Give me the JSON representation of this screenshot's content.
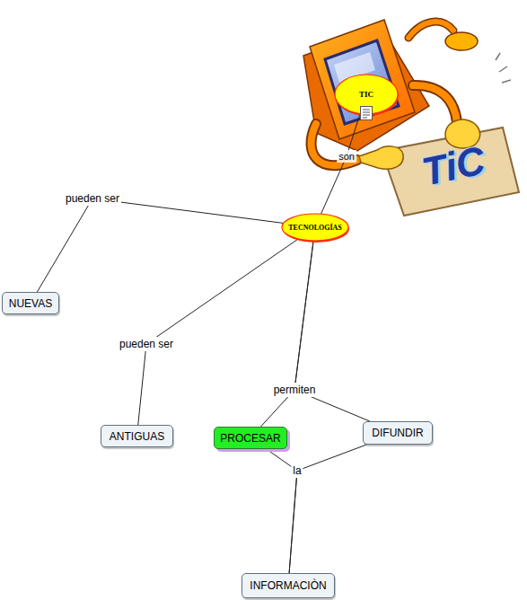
{
  "diagram": {
    "nodes": [
      {
        "text": [
          "TIC"
        ]
      },
      {
        "text": [
          "TECNOLOGÍAS"
        ]
      },
      {
        "text": [
          "NUEVAS"
        ]
      },
      {
        "text": [
          "ANTIGUAS"
        ]
      },
      {
        "text": [
          "PROCESAR"
        ]
      },
      {
        "text": [
          "DIFUNDIR"
        ]
      },
      {
        "text": [
          "INFORMACIÒN"
        ]
      }
    ],
    "edges": [
      {
        "from": 0,
        "to": 1,
        "arrow": "none",
        "label": "son"
      },
      {
        "from": 1,
        "to": 2,
        "arrow": "none",
        "label": "pueden ser"
      },
      {
        "from": 1,
        "to": 3,
        "arrow": "none",
        "label": "pueden ser"
      },
      {
        "from": 1,
        "to": 4,
        "arrow": "none",
        "label": "permiten"
      },
      {
        "from": 1,
        "to": 5,
        "arrow": "none"
      },
      {
        "from": 4,
        "to": 6,
        "arrow": "none",
        "label": "la"
      },
      {
        "from": 5,
        "to": 6,
        "arrow": "none"
      }
    ],
    "labels": [
      "TiC"
    ]
  }
}
